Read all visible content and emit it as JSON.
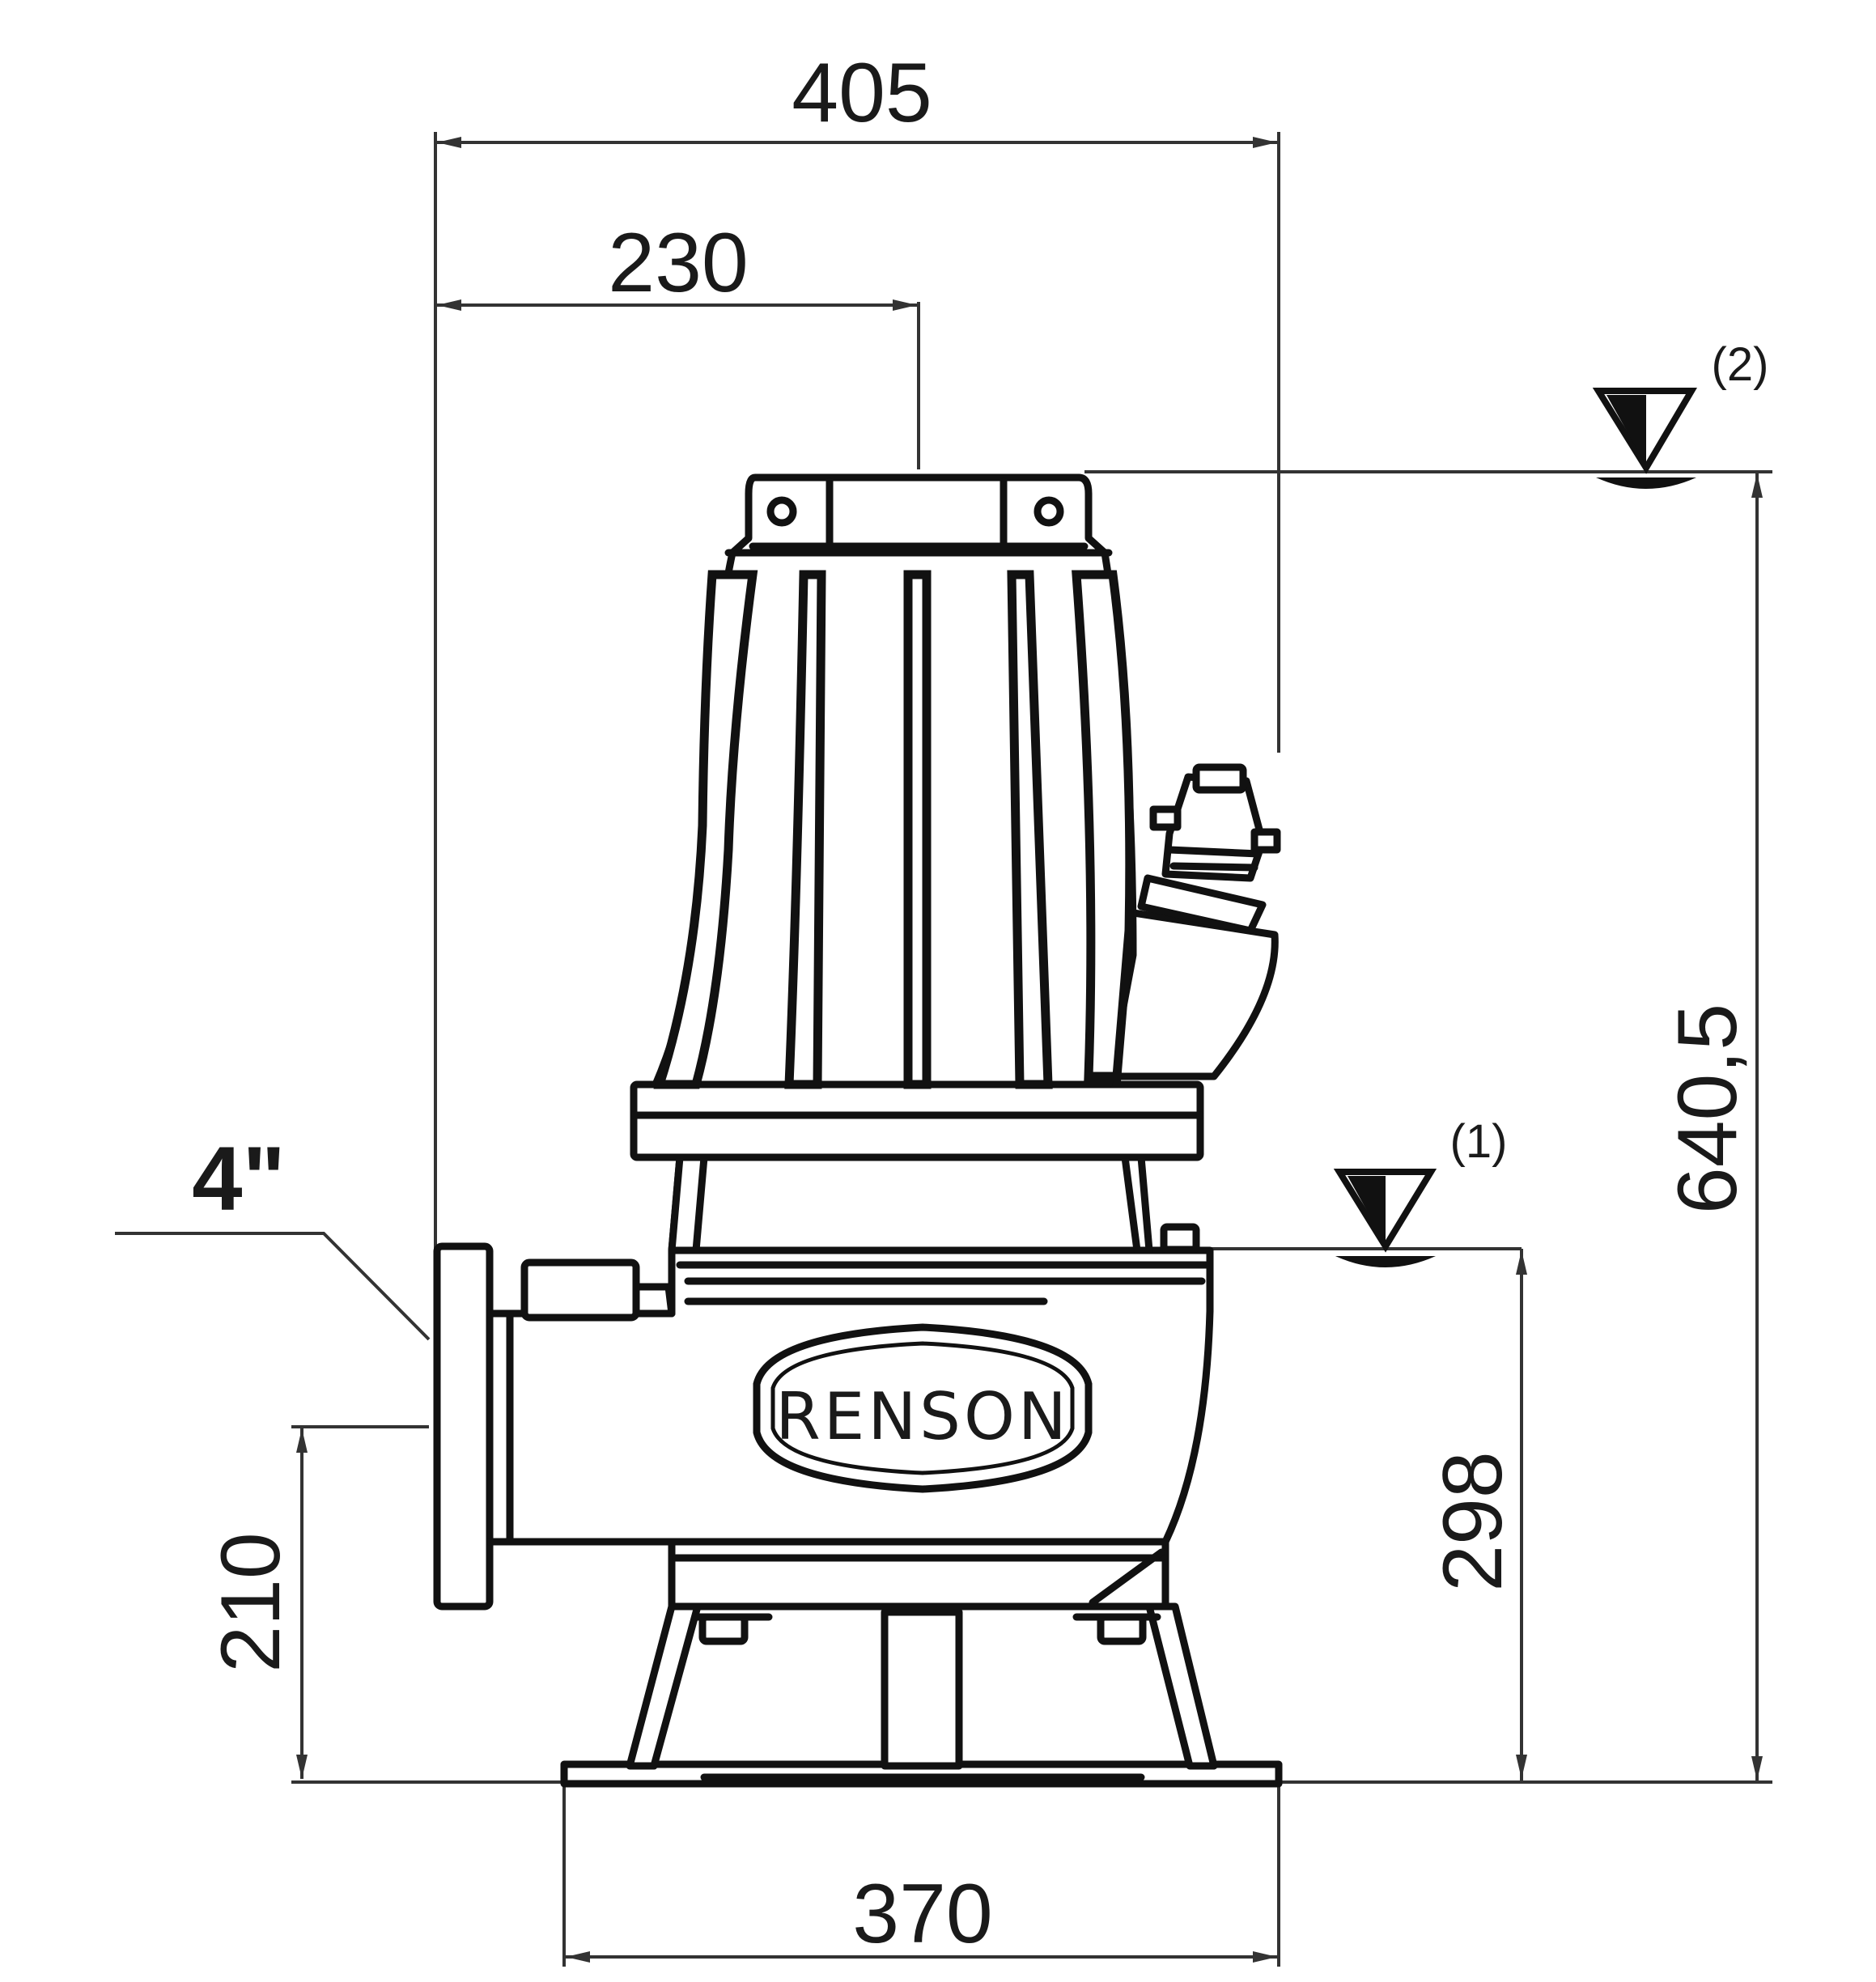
{
  "dimensions": {
    "overall_width": "405",
    "motor_offset": "230",
    "flange_size": "4\"",
    "outlet_height": "210",
    "min_level_height": "298",
    "total_height": "640,5",
    "base_width": "370"
  },
  "water_levels": {
    "level_1_marker": "(1)",
    "level_2_marker": "(2)"
  },
  "brand": {
    "logo_text": "RENSON"
  },
  "colors": {
    "line": "#111111",
    "background": "#ffffff"
  }
}
